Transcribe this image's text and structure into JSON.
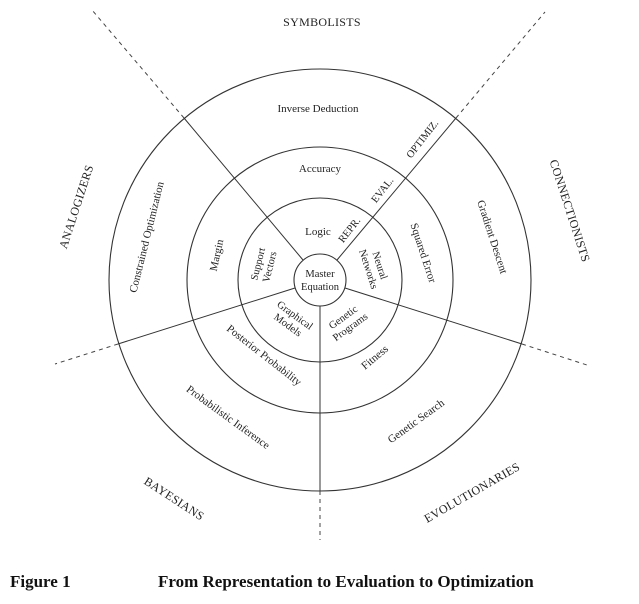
{
  "tribes": {
    "symbolists": "SYMBOLISTS",
    "connectionists": "CONNECTIONISTS",
    "evolutionaries": "EVOLUTIONARIES",
    "bayesians": "BAYESIANS",
    "analogizers": "ANALOGIZERS"
  },
  "optimization": {
    "symbolists": "Inverse Deduction",
    "connectionists": "Gradient Descent",
    "evolutionaries": "Genetic Search",
    "bayesians": "Probabilistic Inference",
    "analogizers": "Constrained Optimization"
  },
  "evaluation": {
    "symbolists": "Accuracy",
    "connectionists": "Squared Error",
    "evolutionaries": "Fitness",
    "bayesians": "Posterior Probability",
    "analogizers": "Margin"
  },
  "representation": {
    "symbolists": "Logic",
    "connectionists_line1": "Neural",
    "connectionists_line2": "Networks",
    "evolutionaries_line1": "Genetic",
    "evolutionaries_line2": "Programs",
    "bayesians_line1": "Graphical",
    "bayesians_line2": "Models",
    "analogizers_line1": "Support",
    "analogizers_line2": "Vectors"
  },
  "center": {
    "line1": "Master",
    "line2": "Equation"
  },
  "ring_markers": {
    "representation": "REPR.",
    "evaluation": "EVAL.",
    "optimization": "OPTIMIZ."
  },
  "caption": {
    "figure": "Figure 1",
    "title": "From Representation to Evaluation to Optimization"
  }
}
